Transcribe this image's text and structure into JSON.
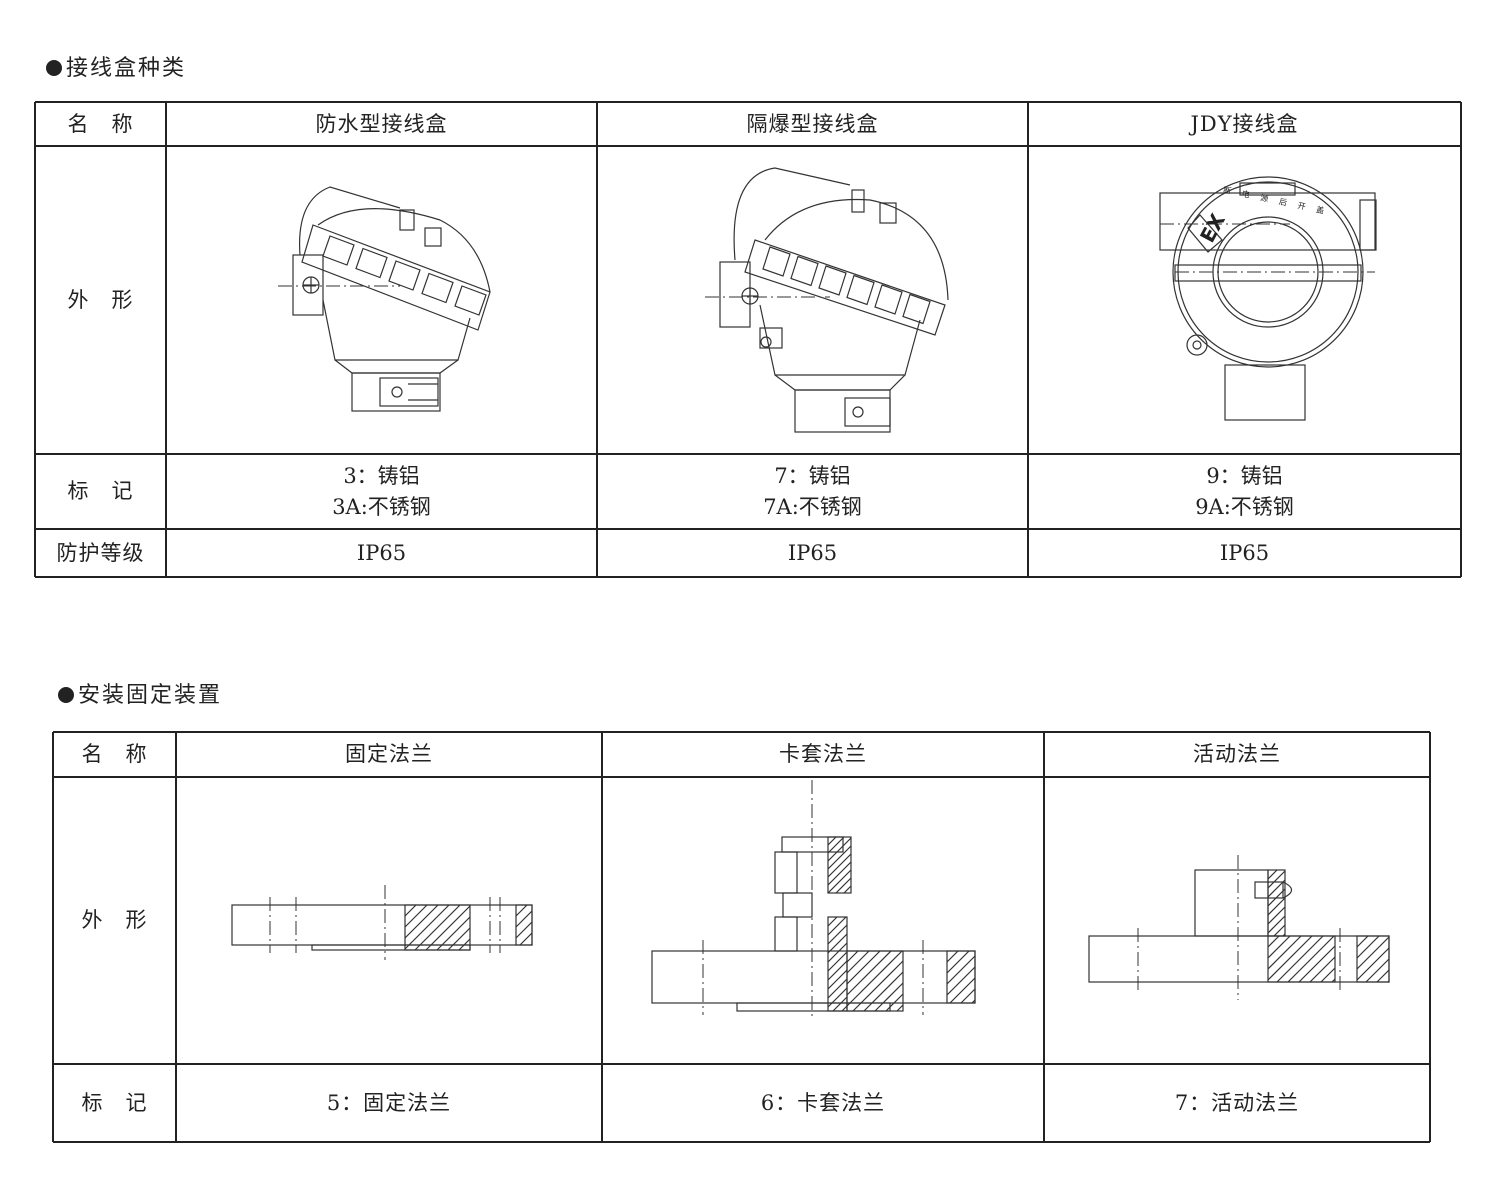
{
  "section1": {
    "heading": "接线盒种类",
    "row_labels": {
      "name": "名　称",
      "appearance": "外　形",
      "mark": "标　记",
      "protection": "防护等级"
    },
    "columns": [
      {
        "name": "防水型接线盒",
        "mark_line1": "3：铸铝",
        "mark_line2": "3A:不锈钢",
        "protection": "IP65"
      },
      {
        "name": "隔爆型接线盒",
        "mark_line1": "7：铸铝",
        "mark_line2": "7A:不锈钢",
        "protection": "IP65"
      },
      {
        "name": "JDY接线盒",
        "mark_line1": "9：铸铝",
        "mark_line2": "9A:不锈钢",
        "protection": "IP65"
      }
    ],
    "jdy_cover_text": {
      "ex": "EX",
      "warning": "断电源后开盖"
    }
  },
  "section2": {
    "heading": "安装固定装置",
    "row_labels": {
      "name": "名　称",
      "appearance": "外　形",
      "mark": "标　记"
    },
    "columns": [
      {
        "name": "固定法兰",
        "mark": "5：固定法兰"
      },
      {
        "name": "卡套法兰",
        "mark": "6：卡套法兰"
      },
      {
        "name": "活动法兰",
        "mark": "7：活动法兰"
      }
    ]
  }
}
